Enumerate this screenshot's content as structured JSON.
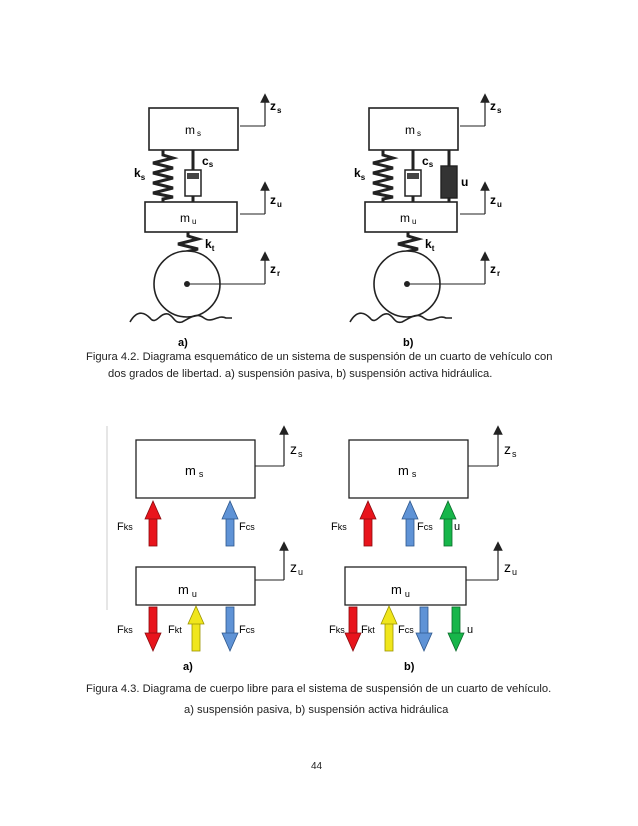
{
  "fig42": {
    "panel_a": "a)",
    "panel_b": "b)",
    "ms": "m",
    "ms_sub": "s",
    "mu": "m",
    "mu_sub": "u",
    "ks": "k",
    "ks_sub": "s",
    "cs": "c",
    "cs_sub": "s",
    "kt": "k",
    "kt_sub": "t",
    "u": "u",
    "zs": "z",
    "zs_sub": "s",
    "zu": "z",
    "zu_sub": "u",
    "zr": "z",
    "zr_sub": "r",
    "caption_line1": "Figura 4.2. Diagrama esquemático de un sistema de suspensión de un cuarto de vehículo con",
    "caption_line2": "dos grados de libertad. a) suspensión pasiva, b) suspensión activa hidráulica."
  },
  "fig43": {
    "panel_a": "a)",
    "panel_b": "b)",
    "ms": "m",
    "ms_sub": "s",
    "mu": "m",
    "mu_sub": "u",
    "zs": "z",
    "zs_sub": "s",
    "zu": "z",
    "zu_sub": "u",
    "F": "F",
    "ks_sub": "ks",
    "cs_sub": "cs",
    "kt_sub": "kt",
    "u": "u",
    "colors": {
      "Fks": "#e8141c",
      "Fcs": "#5f93d6",
      "Fkt": "#f0e61c",
      "u": "#17b64a"
    },
    "caption_line1": "Figura 4.3. Diagrama de cuerpo libre para el sistema de suspensión de un cuarto de vehículo.",
    "caption_line2": "a) suspensión pasiva, b) suspensión activa hidráulica"
  },
  "page_number": "44"
}
